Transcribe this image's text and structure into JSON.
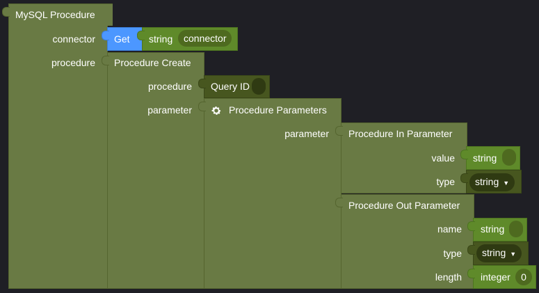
{
  "procedure_block": {
    "title": "MySQL Procedure",
    "connector_label": "connector",
    "procedure_label": "procedure"
  },
  "get_block": {
    "label": "Get",
    "type_label": "string",
    "value": "connector"
  },
  "create_block": {
    "title": "Procedure Create",
    "procedure_label": "procedure",
    "parameter_label": "parameter"
  },
  "query_id": {
    "label": "Query ID"
  },
  "params_block": {
    "title": "Procedure Parameters",
    "parameter_label": "parameter",
    "icon": "gear-icon"
  },
  "in_param": {
    "title": "Procedure In Parameter",
    "value_label": "value",
    "value_type": "string",
    "type_label": "type",
    "type_selected": "string"
  },
  "out_param": {
    "title": "Procedure Out Parameter",
    "name_label": "name",
    "name_type": "string",
    "type_label": "type",
    "type_selected": "string",
    "length_label": "length",
    "length_type": "integer",
    "length_value": "0"
  },
  "colors": {
    "background": "#1f1f25",
    "block": "#697a44",
    "dark_block": "#47561f",
    "bright_block": "#5f8a2a",
    "get_block": "#4c97ff"
  }
}
